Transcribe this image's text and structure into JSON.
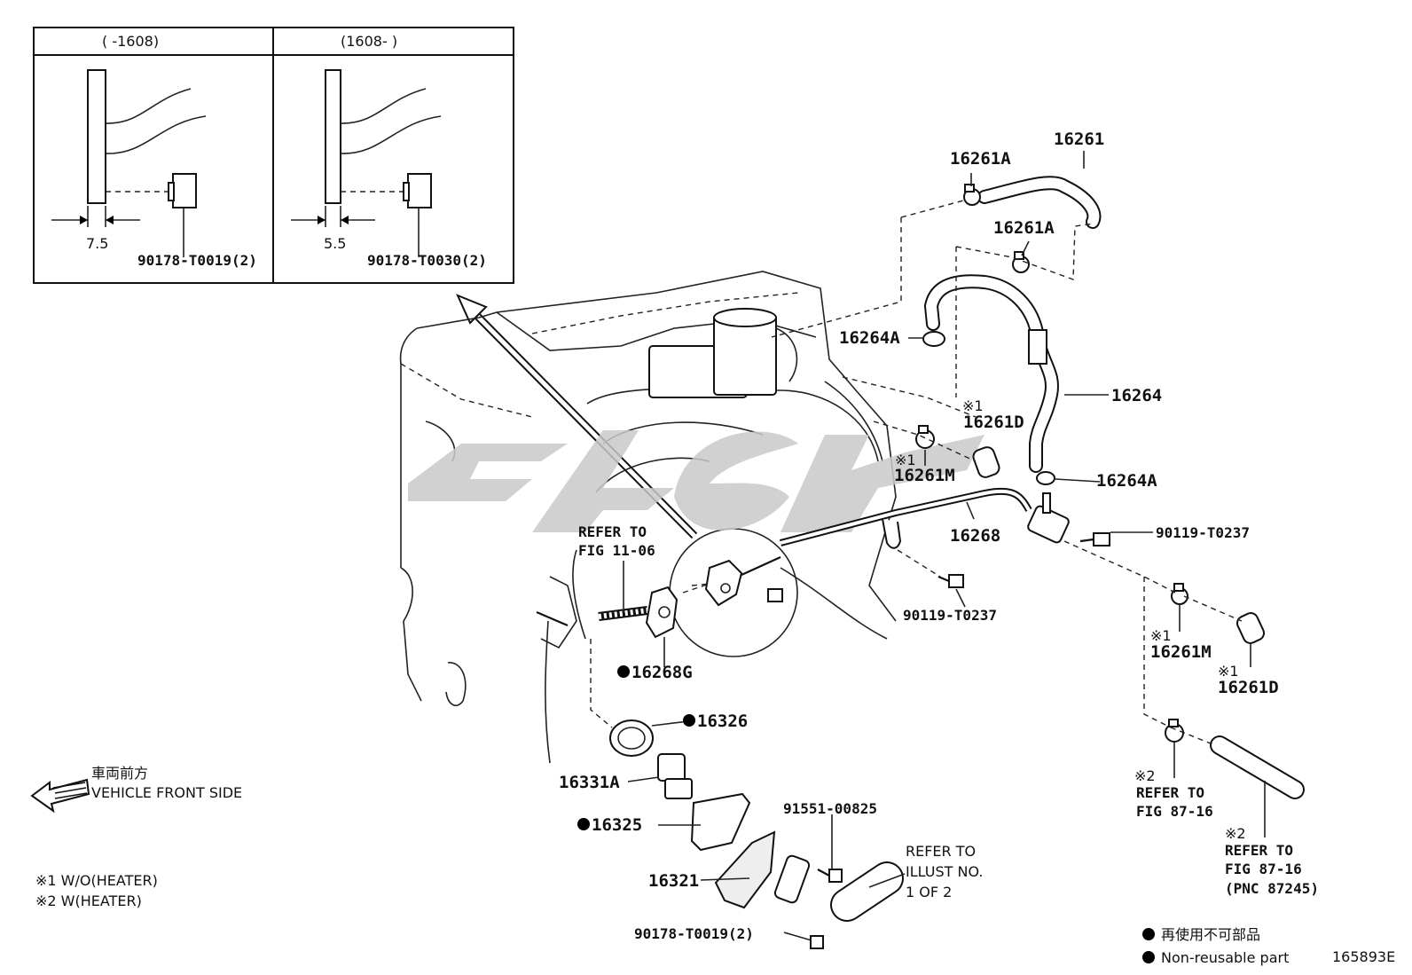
{
  "inset": {
    "left_header": "(     -1608)",
    "right_header": "(1608-     )",
    "left_dim": "7.5",
    "right_dim": "5.5",
    "left_part": "90178-T0019(2)",
    "right_part": "90178-T0030(2)"
  },
  "parts": {
    "p16261": "16261",
    "p16261A_top": "16261A",
    "p16261A_mid": "16261A",
    "p16264A_upper": "16264A",
    "p16264": "16264",
    "p16261D_upper": "16261D",
    "p16261M_upper": "16261M",
    "p16264A_lower": "16264A",
    "p16268": "16268",
    "p90119_right": "90119-T0237",
    "p90119_center": "90119-T0237",
    "p16261M_right": "16261M",
    "p16261D_right": "16261D",
    "p16268G": "16268G",
    "p16326": "16326",
    "p16331A": "16331A",
    "p16325": "16325",
    "p91551": "91551-00825",
    "p16321": "16321",
    "p90178_bottom": "90178-T0019(2)"
  },
  "marks": {
    "m1_a": "※1",
    "m1_b": "※1",
    "m1_c": "※1",
    "m1_d": "※1",
    "m2_a": "※2",
    "m2_b": "※2"
  },
  "refs": {
    "fig11_line1": "REFER TO",
    "fig11_line2": "FIG 11-06",
    "fig87a_line1": "REFER TO",
    "fig87a_line2": "FIG 87-16",
    "fig87b_line1": "REFER TO",
    "fig87b_line2": "FIG 87-16",
    "fig87b_line3": "(PNC 87245)",
    "illust_line1": "REFER TO",
    "illust_line2": "ILLUST NO.",
    "illust_line3": "1 OF 2"
  },
  "vehicle": {
    "jp": "車両前方",
    "en": "VEHICLE FRONT SIDE"
  },
  "legend_notes": {
    "note1": "※1 W/O(HEATER)",
    "note2": "※2 W(HEATER)"
  },
  "legend": {
    "jp": "再使用不可部品",
    "en": "Non-reusable part"
  },
  "illustration_id": "165893E"
}
